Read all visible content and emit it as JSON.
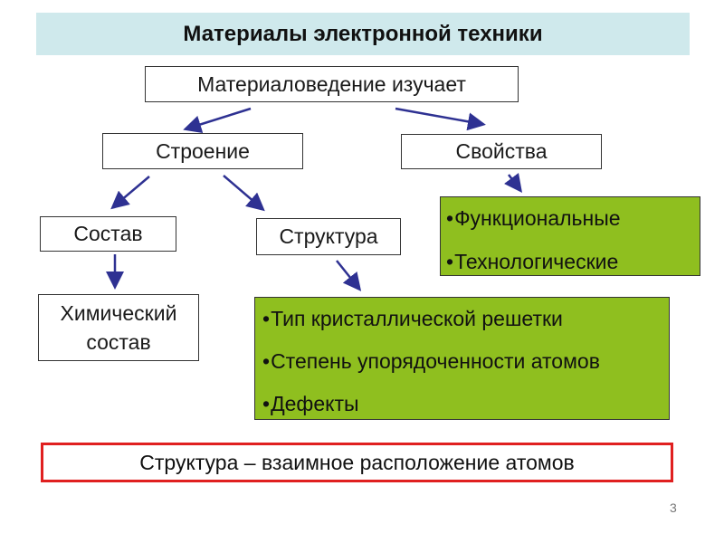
{
  "title": "Материалы электронной техники",
  "nodes": {
    "root": "Материаловедение изучает",
    "structure_study": "Строение",
    "properties": "Свойства",
    "composition": "Состав",
    "structure": "Структура",
    "chemical_composition_line1": "Химический",
    "chemical_composition_line2": "состав"
  },
  "properties_list": [
    "Функциональные",
    "Технологические"
  ],
  "structure_list": [
    "Тип кристаллической решетки",
    "Степень упорядоченности атомов",
    "Дефекты"
  ],
  "definition": "Структура – взаимное расположение атомов",
  "page_number": "3",
  "colors": {
    "title_bg": "#cfe9ec",
    "green_fill": "#8fbf1f",
    "arrow": "#2e3192",
    "note_border": "#e02020"
  }
}
